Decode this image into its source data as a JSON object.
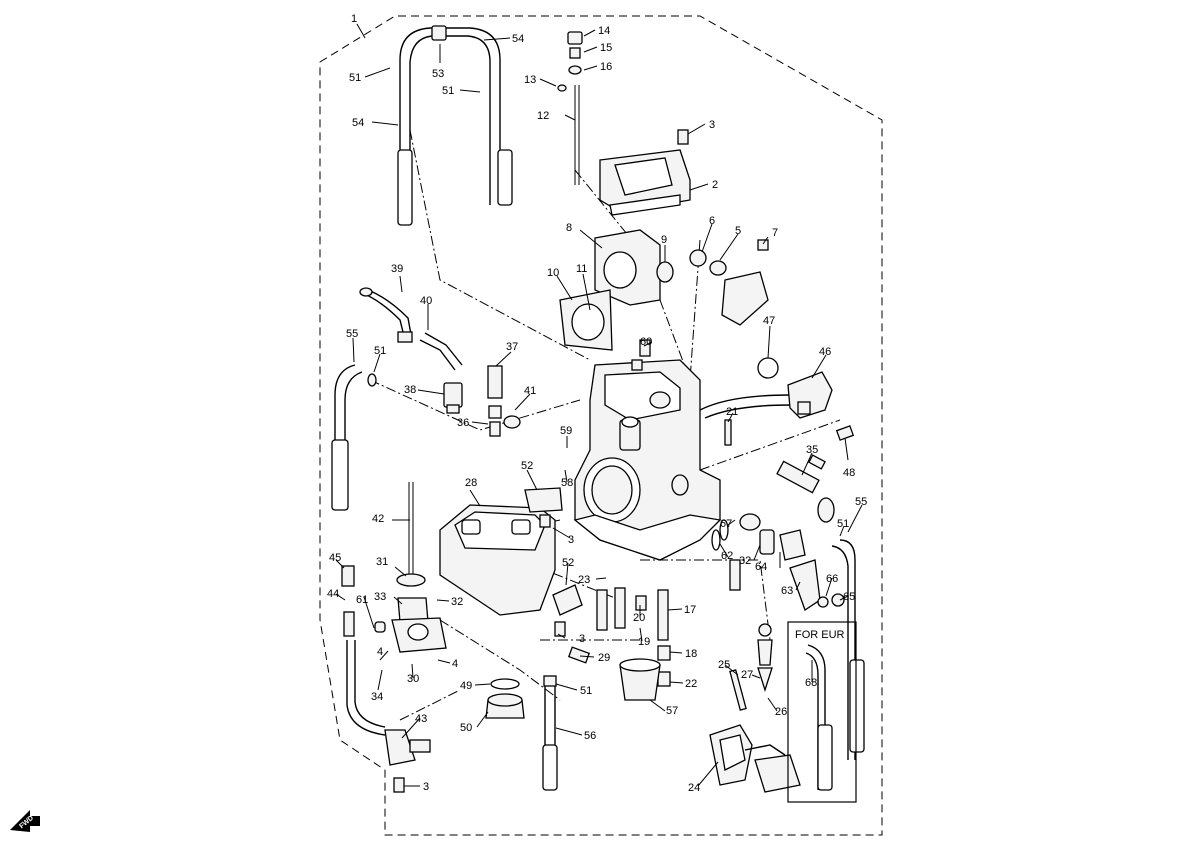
{
  "callouts": [
    {
      "id": "c1",
      "text": "1"
    },
    {
      "id": "c54a",
      "text": "54"
    },
    {
      "id": "c51a",
      "text": "51"
    },
    {
      "id": "c53",
      "text": "53"
    },
    {
      "id": "c51b",
      "text": "51"
    },
    {
      "id": "c54b",
      "text": "54"
    },
    {
      "id": "c14",
      "text": "14"
    },
    {
      "id": "c15",
      "text": "15"
    },
    {
      "id": "c16",
      "text": "16"
    },
    {
      "id": "c13",
      "text": "13"
    },
    {
      "id": "c12",
      "text": "12"
    },
    {
      "id": "c3a",
      "text": "3"
    },
    {
      "id": "c2",
      "text": "2"
    },
    {
      "id": "c8",
      "text": "8"
    },
    {
      "id": "c9",
      "text": "9"
    },
    {
      "id": "c6",
      "text": "6"
    },
    {
      "id": "c5",
      "text": "5"
    },
    {
      "id": "c7",
      "text": "7"
    },
    {
      "id": "c39",
      "text": "39"
    },
    {
      "id": "c10",
      "text": "10"
    },
    {
      "id": "c11",
      "text": "11"
    },
    {
      "id": "c40",
      "text": "40"
    },
    {
      "id": "c55a",
      "text": "55"
    },
    {
      "id": "c51c",
      "text": "51"
    },
    {
      "id": "c37",
      "text": "37"
    },
    {
      "id": "c60",
      "text": "60"
    },
    {
      "id": "c47",
      "text": "47"
    },
    {
      "id": "c46",
      "text": "46"
    },
    {
      "id": "c38",
      "text": "38"
    },
    {
      "id": "c41",
      "text": "41"
    },
    {
      "id": "c36",
      "text": "36"
    },
    {
      "id": "c21",
      "text": "21"
    },
    {
      "id": "c59",
      "text": "59"
    },
    {
      "id": "c48",
      "text": "48"
    },
    {
      "id": "c35",
      "text": "35"
    },
    {
      "id": "c52a",
      "text": "52"
    },
    {
      "id": "c58",
      "text": "58"
    },
    {
      "id": "c28",
      "text": "28"
    },
    {
      "id": "c55b",
      "text": "55"
    },
    {
      "id": "c42",
      "text": "42"
    },
    {
      "id": "c3b",
      "text": "3"
    },
    {
      "id": "c67",
      "text": "67"
    },
    {
      "id": "c51d",
      "text": "51"
    },
    {
      "id": "c45",
      "text": "45"
    },
    {
      "id": "c31",
      "text": "31"
    },
    {
      "id": "c52b",
      "text": "52"
    },
    {
      "id": "c62",
      "text": "62"
    },
    {
      "id": "c32a",
      "text": "32"
    },
    {
      "id": "c64",
      "text": "64"
    },
    {
      "id": "c23",
      "text": "23"
    },
    {
      "id": "c44",
      "text": "44"
    },
    {
      "id": "c33",
      "text": "33"
    },
    {
      "id": "c32b",
      "text": "32"
    },
    {
      "id": "c61",
      "text": "61"
    },
    {
      "id": "c63",
      "text": "63"
    },
    {
      "id": "c66",
      "text": "66"
    },
    {
      "id": "c65",
      "text": "65"
    },
    {
      "id": "c20",
      "text": "20"
    },
    {
      "id": "c17",
      "text": "17"
    },
    {
      "id": "c3c",
      "text": "3"
    },
    {
      "id": "c19",
      "text": "19"
    },
    {
      "id": "c18",
      "text": "18"
    },
    {
      "id": "c29",
      "text": "29"
    },
    {
      "id": "c4a",
      "text": "4"
    },
    {
      "id": "c4b",
      "text": "4"
    },
    {
      "id": "c30",
      "text": "30"
    },
    {
      "id": "c25",
      "text": "25"
    },
    {
      "id": "c68",
      "text": "68"
    },
    {
      "id": "c34",
      "text": "34"
    },
    {
      "id": "c27",
      "text": "27"
    },
    {
      "id": "c22",
      "text": "22"
    },
    {
      "id": "c49",
      "text": "49"
    },
    {
      "id": "c51e",
      "text": "51"
    },
    {
      "id": "c57",
      "text": "57"
    },
    {
      "id": "c26",
      "text": "26"
    },
    {
      "id": "c43",
      "text": "43"
    },
    {
      "id": "c50",
      "text": "50"
    },
    {
      "id": "c56",
      "text": "56"
    },
    {
      "id": "c24",
      "text": "24"
    },
    {
      "id": "c3d",
      "text": "3"
    }
  ],
  "eur_box_label": "FOR EUR",
  "fwd_label": "FWD"
}
